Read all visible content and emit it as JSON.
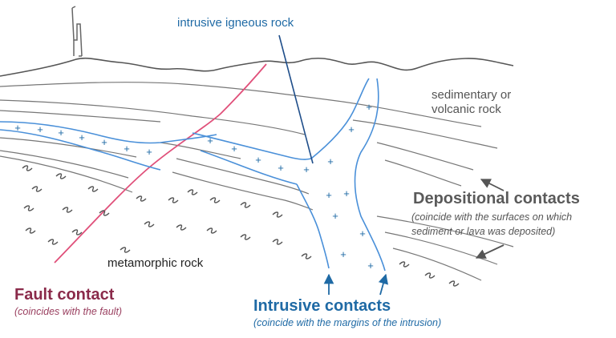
{
  "labels": {
    "intrusive_rock": "intrusive igneous rock",
    "sedimentary_line1": "sedimentary or",
    "sedimentary_line2": "volcanic rock",
    "depositional_title": "Depositional contacts",
    "depositional_sub1": "(coincide with the surfaces on which",
    "depositional_sub2": "sediment or lava was deposited)",
    "metamorphic": "metamorphic rock",
    "fault_title": "Fault contact",
    "fault_sub": "(coincides with the fault)",
    "intrusive_title": "Intrusive contacts",
    "intrusive_sub": "(coincide with the margins of the intrusion)"
  },
  "colors": {
    "pencil": "#555555",
    "intrusion": "#4a90d9",
    "intrusion_text": "#1f6aa5",
    "fault": "#e0507a",
    "fault_text": "#8a2a4a",
    "arrow_gray": "#555555"
  },
  "symbols": {
    "intrusion_mark": "+",
    "metamorphic_mark": "S"
  }
}
